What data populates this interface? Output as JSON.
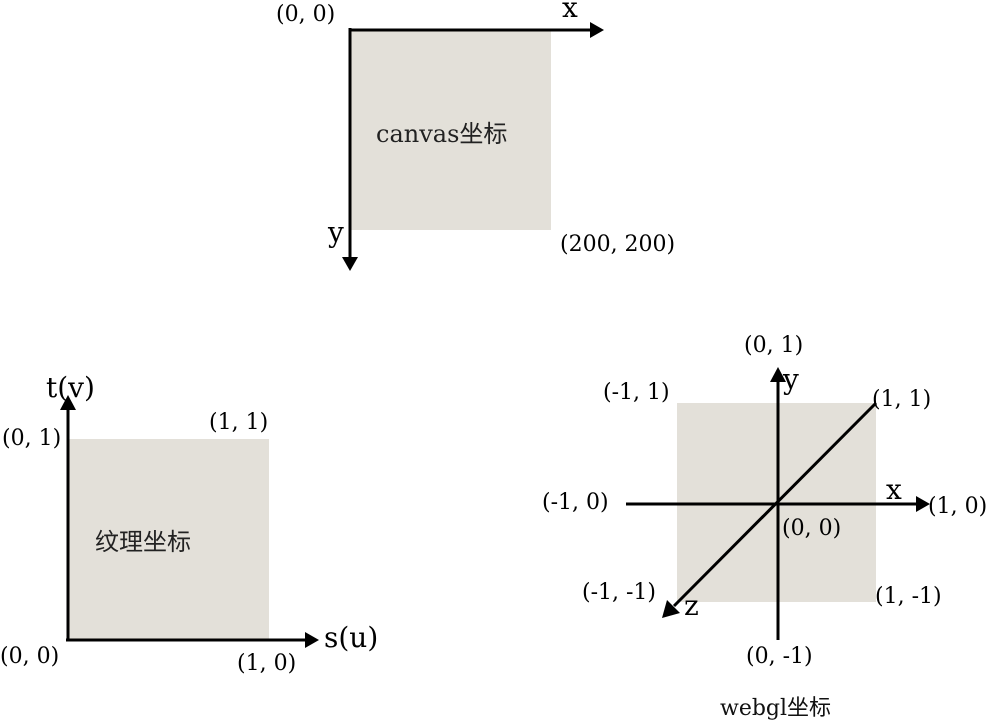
{
  "canvas_diagram": {
    "title": "canvas坐标",
    "origin_label": "(0, 0)",
    "corner_label": "(200, 200)",
    "x_axis_label": "x",
    "y_axis_label": "y"
  },
  "texture_diagram": {
    "title": "纹理坐标",
    "vertical_axis_label": "t(v)",
    "horizontal_axis_label": "s(u)",
    "top_left_label": "(0, 1)",
    "top_right_label": "(1, 1)",
    "bottom_left_label": "(0, 0)",
    "bottom_right_label": "(1, 0)"
  },
  "webgl_diagram": {
    "caption": "webgl坐标",
    "x_axis_label": "x",
    "y_axis_label": "y",
    "z_axis_label": "z",
    "top_label": "(0, 1)",
    "bottom_label": "(0, -1)",
    "left_label": "(-1, 0)",
    "right_label": "(1, 0)",
    "center_label": "(0, 0)",
    "top_left_label": "(-1, 1)",
    "top_right_label": "(1, 1)",
    "bottom_left_label": "(-1, -1)",
    "bottom_right_label": "(1, -1)"
  },
  "colors": {
    "square_fill": "#e3e0d9",
    "line": "#000000"
  }
}
